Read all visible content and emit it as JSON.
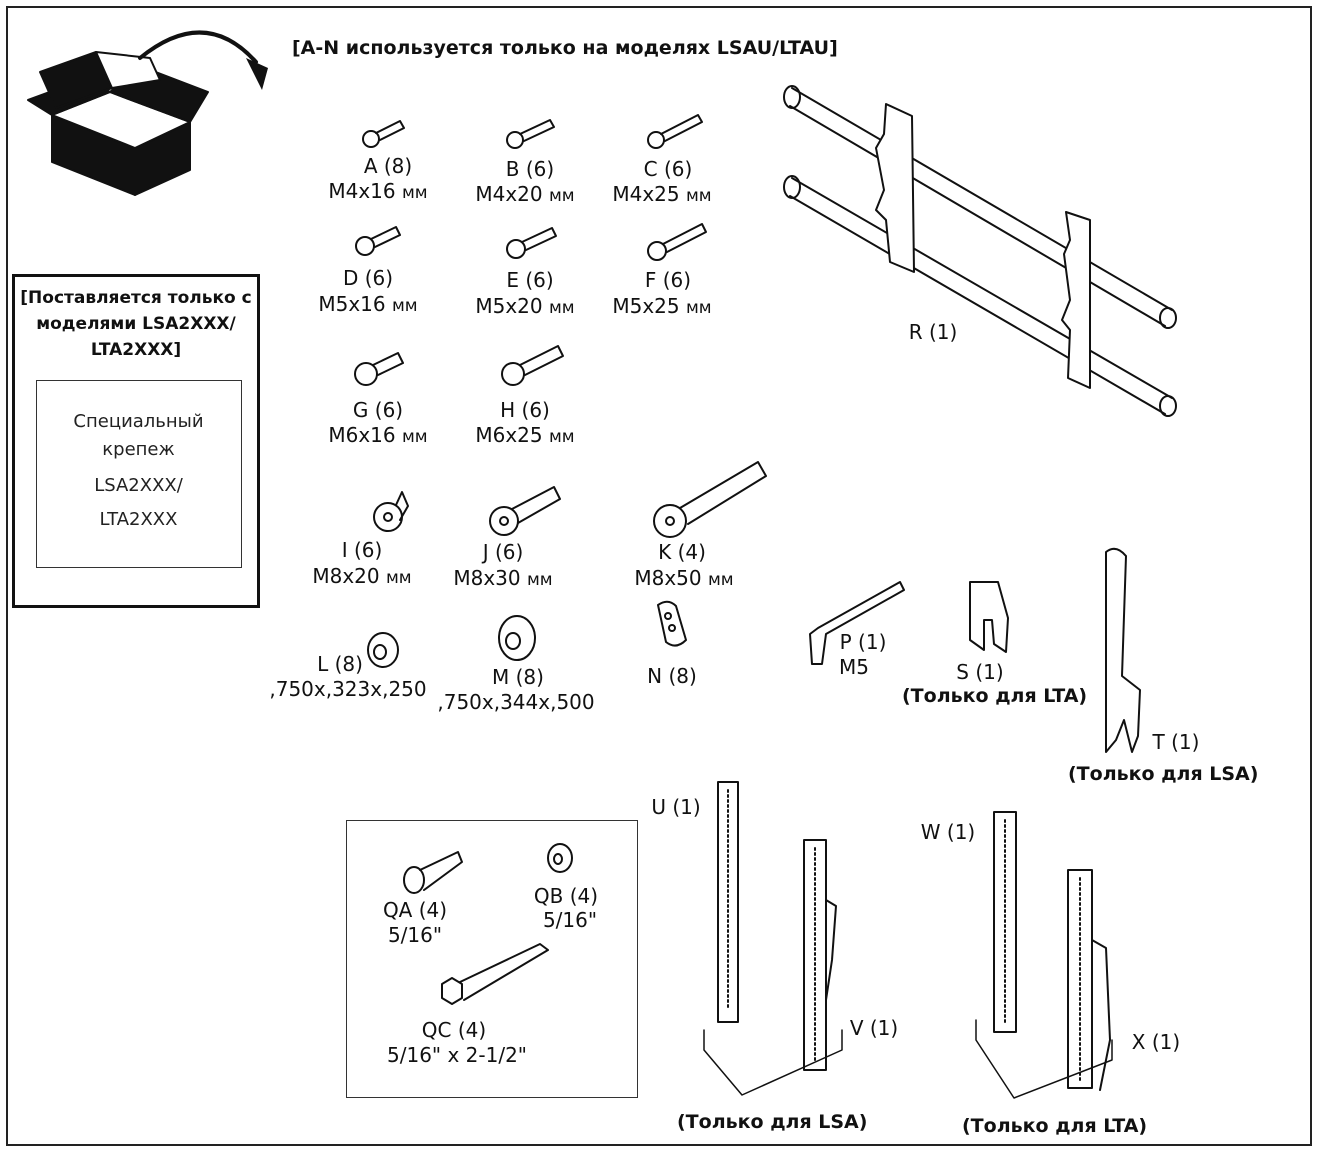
{
  "header": {
    "title": "[A-N используется только на моделях LSAU/LTAU]"
  },
  "note": {
    "title": "[Поставляется только с моделями LSA2XXX/ LTA2XXX]",
    "inner": [
      "Специальный",
      "крепеж",
      "LSA2XXX/",
      "LTA2XXX"
    ]
  },
  "screws": [
    {
      "label": "A (8)",
      "size": "M4x16",
      "unit": "мм"
    },
    {
      "label": "B (6)",
      "size": "M4x20",
      "unit": "мм"
    },
    {
      "label": "C (6)",
      "size": "M4x25",
      "unit": "мм"
    },
    {
      "label": "D (6)",
      "size": "M5x16",
      "unit": "мм"
    },
    {
      "label": "E (6)",
      "size": "M5x20",
      "unit": "мм"
    },
    {
      "label": "F (6)",
      "size": "M5x25",
      "unit": "мм"
    },
    {
      "label": "G (6)",
      "size": "M6x16",
      "unit": "мм"
    },
    {
      "label": "H (6)",
      "size": "M6x25",
      "unit": "мм"
    },
    {
      "label": "I (6)",
      "size": "M8x20",
      "unit": "мм"
    },
    {
      "label": "J (6)",
      "size": "M8x30",
      "unit": "мм"
    },
    {
      "label": "K (4)",
      "size": "M8x50",
      "unit": "мм"
    }
  ],
  "spacers": [
    {
      "label": "L (8)",
      "size": ",750x,323x,250"
    },
    {
      "label": "M (8)",
      "size": ",750x,344x,500"
    },
    {
      "label": "N (8)",
      "size": ""
    }
  ],
  "parts": {
    "R": "R (1)",
    "P": "P (1)",
    "P_size": "M5",
    "S": "S (1)",
    "S_note": "(Только для LTA)",
    "T": "T (1)",
    "T_note": "(Только для LSA)",
    "U": "U (1)",
    "V": "V (1)",
    "UV_note": "(Только для LSA)",
    "W": "W (1)",
    "X": "X (1)",
    "WX_note": "(Только для LTA)"
  },
  "q_items": [
    {
      "label": "QA (4)",
      "size": "5/16\""
    },
    {
      "label": "QB (4)",
      "size": "5/16\""
    },
    {
      "label": "QC (4)",
      "size": "5/16\" x 2-1/2\""
    }
  ]
}
